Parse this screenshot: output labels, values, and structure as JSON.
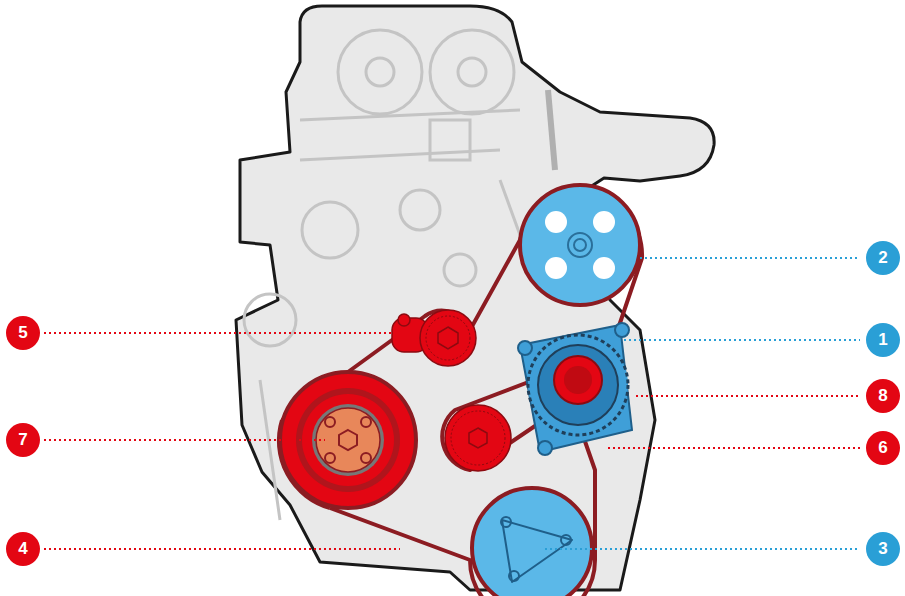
{
  "diagram": {
    "labels": [
      "2",
      "5",
      "1",
      "8",
      "7",
      "6",
      "4",
      "3"
    ]
  }
}
